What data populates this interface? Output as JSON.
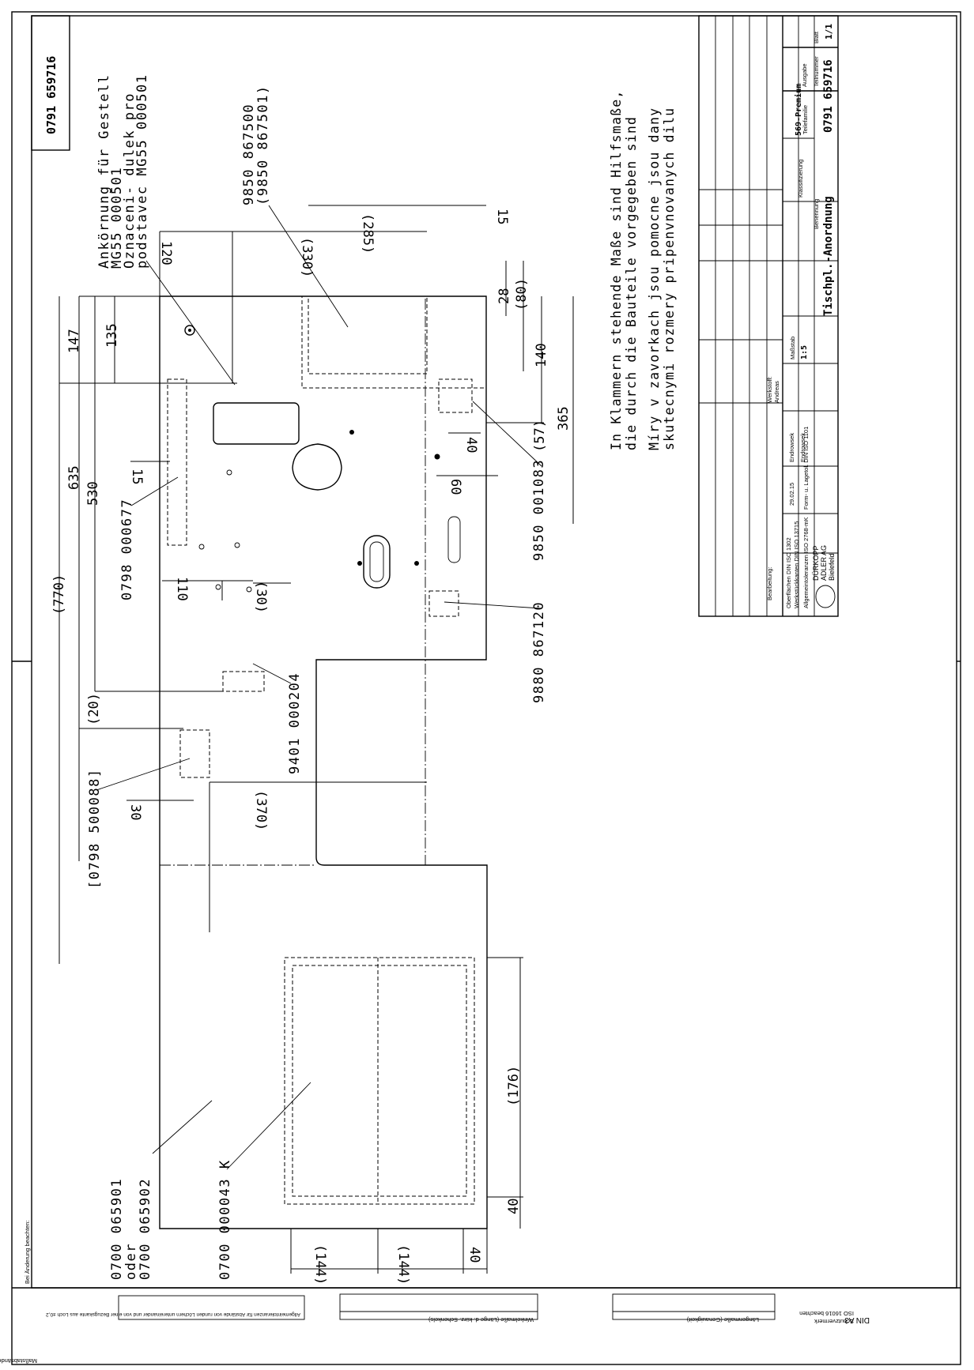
{
  "drawing_number": "0791 659716",
  "labels": {
    "ankoernung": [
      "Ankörnung für Gestell",
      "MG55 000501",
      "Oznaceni- dulek pro",
      "podstavec MG55 000501"
    ],
    "p9850_867500": [
      "9850 867500",
      "(9850 867501)"
    ],
    "p0798_000677": "0798 000677",
    "p9850_001083": "9850 001083",
    "p9880_867120": "9880 867120",
    "p9401_000204": "9401 000204",
    "p0798_500088": "[0798 500088]",
    "p0700_065901": [
      "0700 065901",
      "oder",
      "0700 065902"
    ],
    "p0700_000043": "0700 000043 K"
  },
  "notes": [
    "In Klammern stehende Maße sind Hilfsmaße,",
    "die durch die Bauteile vorgegeben sind",
    "Míry v zavorkach jsou pomocne jsou dany",
    "skutecnymi rozmery pripenvnovanych dilu"
  ],
  "dimensions": {
    "d147": "147",
    "d135": "135",
    "d635": "635",
    "d530": "530",
    "d770": "(770)",
    "d20": "(20)",
    "d120": "120",
    "d330": "(330)",
    "d285": "(285)",
    "d15a": "15",
    "d28": "28",
    "d80": "(80)",
    "d140": "140",
    "d365": "365",
    "d57": "(57)",
    "d40a": "40",
    "d60": "60",
    "d15b": "15",
    "d110": "110",
    "d30a": "(30)",
    "d30b": "30",
    "d370": "(370)",
    "d176": "(176)",
    "d40b": "40",
    "d144a": "(144)",
    "d144b": "(144)",
    "d40c": "40"
  },
  "title_block": {
    "teilefamilie_label": "Teilefamilie",
    "teilefamilie": "569-Premium",
    "benennung_label": "Benennung",
    "benennung": "Tischpl.-Anordnung",
    "teilnummer_label": "Teilnummer",
    "teilnummer": "0791 659716",
    "massstab_label": "Maßstab",
    "massstab": "1:5",
    "blatt_label": "Blatt",
    "blatt": "1/1",
    "ausgabe_label": "Ausgabe",
    "klassifizierung_label": "Klassifizierung",
    "company": [
      "DÜRKOPP",
      "ADLER AG",
      "Bielefeld"
    ],
    "gezeichnet": "Endrowsek",
    "geprueft": "Endrowsek",
    "datum": "29.02.15",
    "name_a": "Andreas",
    "werkstoff_label": "Werkstoff:",
    "bearbeitung_label": "Bearbeitung:",
    "oberflaeche_label": "Oberflächen DIN ISO 1302",
    "kanten_label": "Werkstückkanten DIN ISO 13715",
    "toleranzen_label": "Allgemeintoleranzen ISO 2768-mK",
    "projektion_label": "Form- u. Lagetol. DIN ISO 1101"
  },
  "left_note": "Bei Änderung beachten:",
  "footer": {
    "iso": "ISO 16016 beachten",
    "schutzvermerk": "Schutzvermerk",
    "din": "DIN A3",
    "mass_header": "Längenmaße (Genauigkeit)",
    "winkel_header": "Winkelmaße (Länge d. kürz. Schenkels)",
    "allgemein_note": "Allgemeintoleranzen für Abstände von runden Löchern untereinander und von einer Bezugskante aus Loch ±0,2",
    "massaenderung": "Maßstabsänderung druckbedingt"
  }
}
